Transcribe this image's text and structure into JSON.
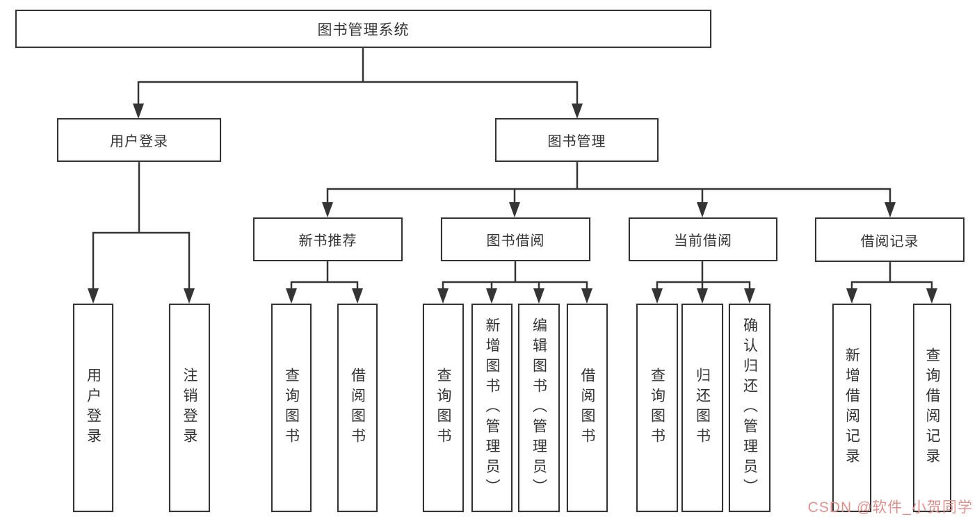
{
  "tree": {
    "label": "图书管理系统",
    "children": [
      {
        "label": "用户登录",
        "children": [
          {
            "label": "用户登录"
          },
          {
            "label": "注销登录"
          }
        ]
      },
      {
        "label": "图书管理",
        "children": [
          {
            "label": "新书推荐",
            "children": [
              {
                "label": "查询图书"
              },
              {
                "label": "借阅图书"
              }
            ]
          },
          {
            "label": "图书借阅",
            "children": [
              {
                "label": "查询图书"
              },
              {
                "label": "新增图书（管理员）"
              },
              {
                "label": "编辑图书（管理员）"
              },
              {
                "label": "借阅图书"
              }
            ]
          },
          {
            "label": "当前借阅",
            "children": [
              {
                "label": "查询图书"
              },
              {
                "label": "归还图书"
              },
              {
                "label": "确认归还（管理员）"
              }
            ]
          },
          {
            "label": "借阅记录",
            "children": [
              {
                "label": "新增借阅记录"
              },
              {
                "label": "查询借阅记录"
              }
            ]
          }
        ]
      }
    ]
  },
  "watermark": {
    "text": "CSDN @软件_小贺同学"
  },
  "colors": {
    "line": "#343434",
    "box_border": "#343434",
    "text": "#333333",
    "watermark": "#de928d",
    "background": "#ffffff"
  }
}
